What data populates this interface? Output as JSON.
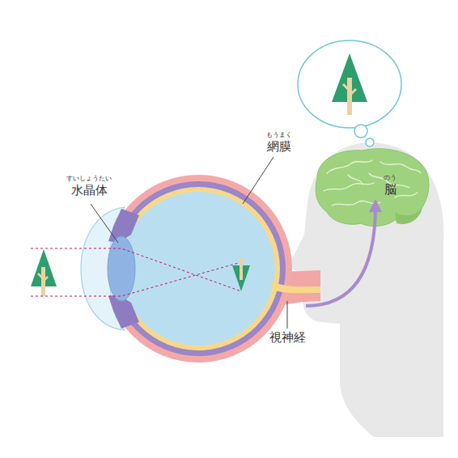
{
  "diagram": {
    "labels": [
      "すいしょうたい",
      "水晶体",
      "もうまく",
      "網膜",
      "視神経",
      "のう",
      "脳"
    ]
  }
}
